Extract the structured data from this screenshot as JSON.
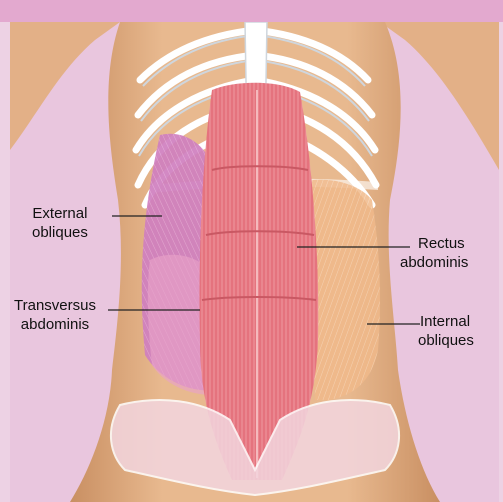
{
  "colors": {
    "frame_top_band": "#e3a9cf",
    "frame_border": "#edd2e4",
    "background": "#e9c6de",
    "skin": "#e8b98f",
    "skin_shadow": "#c98f62",
    "bone": "#ffffff",
    "bone_shadow": "#cfd6dd",
    "rectus_abdominis": "#e5737e",
    "external_obliques": "#cf7fbf",
    "transversus_abdominis": "#e8a2c8",
    "internal_obliques": "#f0b98a",
    "pelvis": "#f3d6df",
    "leader_line": "#222222",
    "label_text": "#111111"
  },
  "labels": {
    "external_obliques": {
      "line1": "External",
      "line2": "obliques"
    },
    "transversus_abdominis": {
      "line1": "Transversus",
      "line2": "abdominis"
    },
    "rectus_abdominis": {
      "line1": "Rectus",
      "line2": "abdominis"
    },
    "internal_obliques": {
      "line1": "Internal",
      "line2": "obliques"
    }
  }
}
